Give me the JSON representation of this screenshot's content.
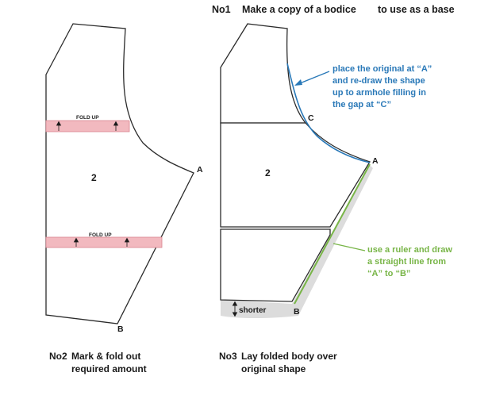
{
  "headings": {
    "no1_number": "No1",
    "no1_text": "Make a copy of a bodice",
    "no1_suffix": "to use as a base"
  },
  "left_panel": {
    "fold_up_label": "FOLD UP",
    "piece_number": "2",
    "point_a": "A",
    "point_b": "B",
    "caption_number": "No2",
    "caption_line1": "Mark & fold out",
    "caption_line2": "required amount"
  },
  "right_panel": {
    "piece_number": "2",
    "point_a": "A",
    "point_b": "B",
    "point_c": "C",
    "shorter_label": "shorter",
    "caption_number": "No3",
    "caption_line1": "Lay folded body over",
    "caption_line2": "original shape"
  },
  "annotations": {
    "blue_note": [
      "place the original at “A”",
      "and re-draw the shape",
      "up to armhole filling in",
      "the gap at “C”"
    ],
    "green_note": [
      "use a ruler and draw",
      "a straight line from",
      "“A” to “B”"
    ]
  },
  "colors": {
    "outline": "#2b2b2b",
    "fold_band": "#f2b9bf",
    "fold_band_stroke": "#d9868f",
    "blue": "#2a79b8",
    "green": "#78b547",
    "shaded": "#dcdcdc"
  }
}
